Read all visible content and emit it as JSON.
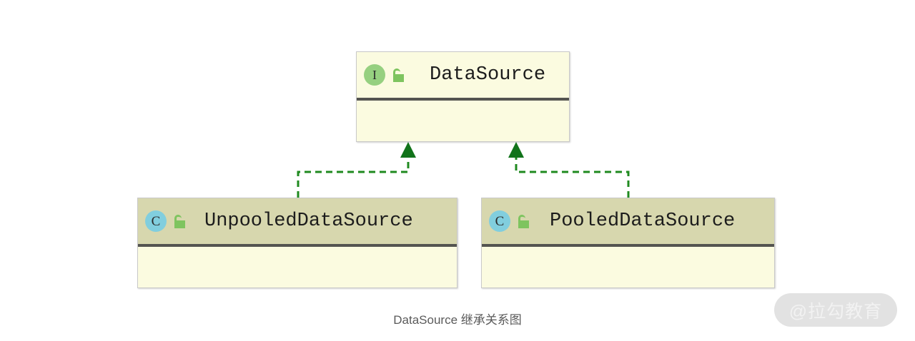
{
  "diagram": {
    "caption": "DataSource 继承关系图",
    "type": "uml-class-diagram",
    "background_color": "#ffffff",
    "nodes": [
      {
        "id": "datasource",
        "name": "DataSource",
        "stereotype": "I",
        "stereotype_meaning": "interface",
        "visibility_icon": "unlocked-padlock-icon",
        "visibility": "public",
        "badge_color": "#96d080",
        "header_color": "#fbfbe0",
        "body_color": "#fbfbe0",
        "members": []
      },
      {
        "id": "unpooled",
        "name": "UnpooledDataSource",
        "stereotype": "C",
        "stereotype_meaning": "class",
        "visibility_icon": "unlocked-padlock-icon",
        "visibility": "public",
        "badge_color": "#81cede",
        "header_color": "#d7d7ae",
        "body_color": "#fbfbe0",
        "members": []
      },
      {
        "id": "pooled",
        "name": "PooledDataSource",
        "stereotype": "C",
        "stereotype_meaning": "class",
        "visibility_icon": "unlocked-padlock-icon",
        "visibility": "public",
        "badge_color": "#81cede",
        "header_color": "#d7d7ae",
        "body_color": "#fbfbe0",
        "members": []
      }
    ],
    "edges": [
      {
        "id": "edge-unpooled-datasource",
        "from": "unpooled",
        "to": "datasource",
        "relation": "realization",
        "line_style": "dashed",
        "arrow_head": "filled-triangle",
        "color": "#1f8a1f"
      },
      {
        "id": "edge-pooled-datasource",
        "from": "pooled",
        "to": "datasource",
        "relation": "realization",
        "line_style": "dashed",
        "arrow_head": "filled-triangle",
        "color": "#1f8a1f"
      }
    ]
  },
  "watermark": {
    "text": "@拉勾教育"
  }
}
